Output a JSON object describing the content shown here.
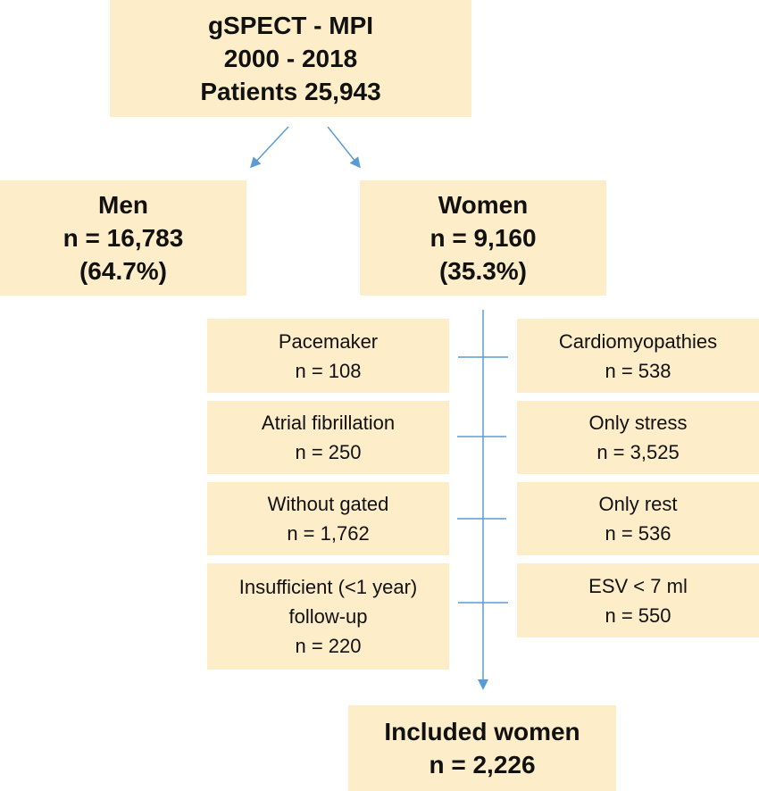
{
  "top": {
    "line1": "gSPECT - MPI",
    "line2": "2000 - 2018",
    "line3": "Patients 25,943"
  },
  "men": {
    "label": "Men",
    "n": "n = 16,783",
    "pct": "(64.7%)"
  },
  "women": {
    "label": "Women",
    "n": "n = 9,160",
    "pct": "(35.3%)"
  },
  "exclusions_left": [
    {
      "label": "Pacemaker",
      "n": "n = 108"
    },
    {
      "label": "Atrial fibrillation",
      "n": "n = 250"
    },
    {
      "label": "Without gated",
      "n": "n = 1,762"
    },
    {
      "label": "Insufficient (<1 year) follow-up",
      "n": "n = 220"
    }
  ],
  "exclusions_right": [
    {
      "label": "Cardiomyopathies",
      "n": "n = 538"
    },
    {
      "label": "Only stress",
      "n": "n = 3,525"
    },
    {
      "label": "Only rest",
      "n": "n = 536"
    },
    {
      "label": "ESV < 7 ml",
      "n": "n = 550"
    }
  ],
  "included": {
    "label": "Included women",
    "n": "n = 2,226"
  },
  "colors": {
    "box": "#fdedc9",
    "arrow": "#5b9bd5"
  }
}
